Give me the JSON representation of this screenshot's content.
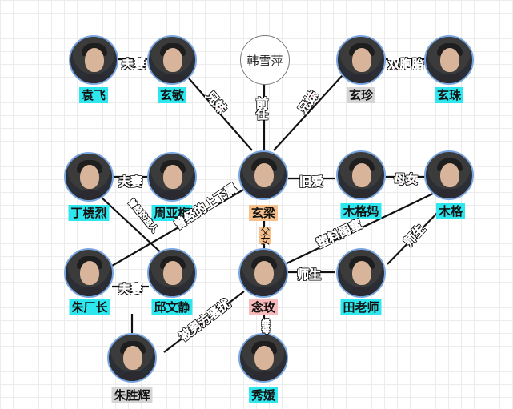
{
  "people": {
    "yuanfei": "袁飞",
    "xuanmin": "玄敏",
    "hanxueping": "韩雪萍",
    "xuanzhen": "玄珍",
    "xuanzhu": "玄珠",
    "dingraolie": "丁橈烈",
    "zhouyamei": "周亚梅",
    "xuanliang": "玄梁",
    "mugema": "木格妈",
    "muge": "木格",
    "zhuchangzhang": "朱厂长",
    "qiuwenjing": "邱文静",
    "nianmei": "念玫",
    "tianlaoshi": "田老师",
    "zhushenghui": "朱胜辉",
    "xiuyuan": "秀媛"
  },
  "relations": {
    "yuanfei_xuanmin": "夫妻",
    "xuanmin_xuanliang": "兄妹",
    "han_xuanliang": "前任",
    "xuanzhen_xuanliang": "兄妹",
    "xuanzhen_xuanzhu": "双胞胎",
    "ding_zhou": "夫妻",
    "ding_qiu": "曾经的恋人",
    "zhou_zhu": "曾经的上下属",
    "xuanliang_mugema": "旧爱",
    "mugema_muge": "母女",
    "xuanliang_nianmei": "父女",
    "muge_nianmei": "塑料闺蜜",
    "muge_tian": "师生",
    "nianmei_tian": "师生",
    "zhu_qiu": "夫妻",
    "zhushenghui_nianmei": "被男方骚扰",
    "nianmei_xiuyuan": "继母"
  }
}
